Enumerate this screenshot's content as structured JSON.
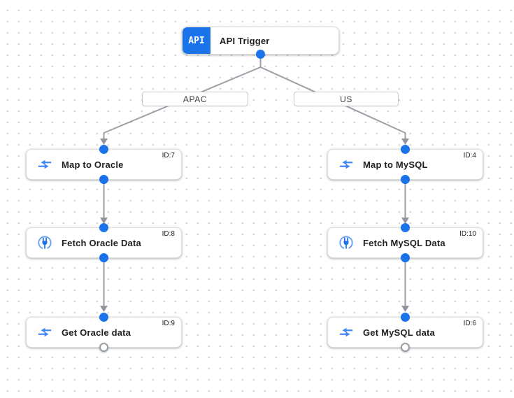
{
  "trigger": {
    "badge": "API",
    "label": "API Trigger"
  },
  "edge_labels": [
    {
      "label": "APAC"
    },
    {
      "label": "US"
    }
  ],
  "nodes": [
    {
      "label": "Map to Oracle",
      "id": "ID:7",
      "icon": "data-mapping-icon"
    },
    {
      "label": "Fetch Oracle Data",
      "id": "ID:8",
      "icon": "connector-icon"
    },
    {
      "label": "Get Oracle data",
      "id": "ID:9",
      "icon": "data-mapping-icon"
    },
    {
      "label": "Map to MySQL",
      "id": "ID:4",
      "icon": "data-mapping-icon"
    },
    {
      "label": "Fetch MySQL Data",
      "id": "ID:10",
      "icon": "connector-icon"
    },
    {
      "label": "Get MySQL data",
      "id": "ID:6",
      "icon": "data-mapping-icon"
    }
  ],
  "colors": {
    "accent_blue": "#1a73e8",
    "icon_blue": "#4285f4",
    "icon_light_blue": "#669df6",
    "line_gray": "#9aa0a6",
    "border_gray": "#dadce0",
    "text_dark": "#202124"
  }
}
